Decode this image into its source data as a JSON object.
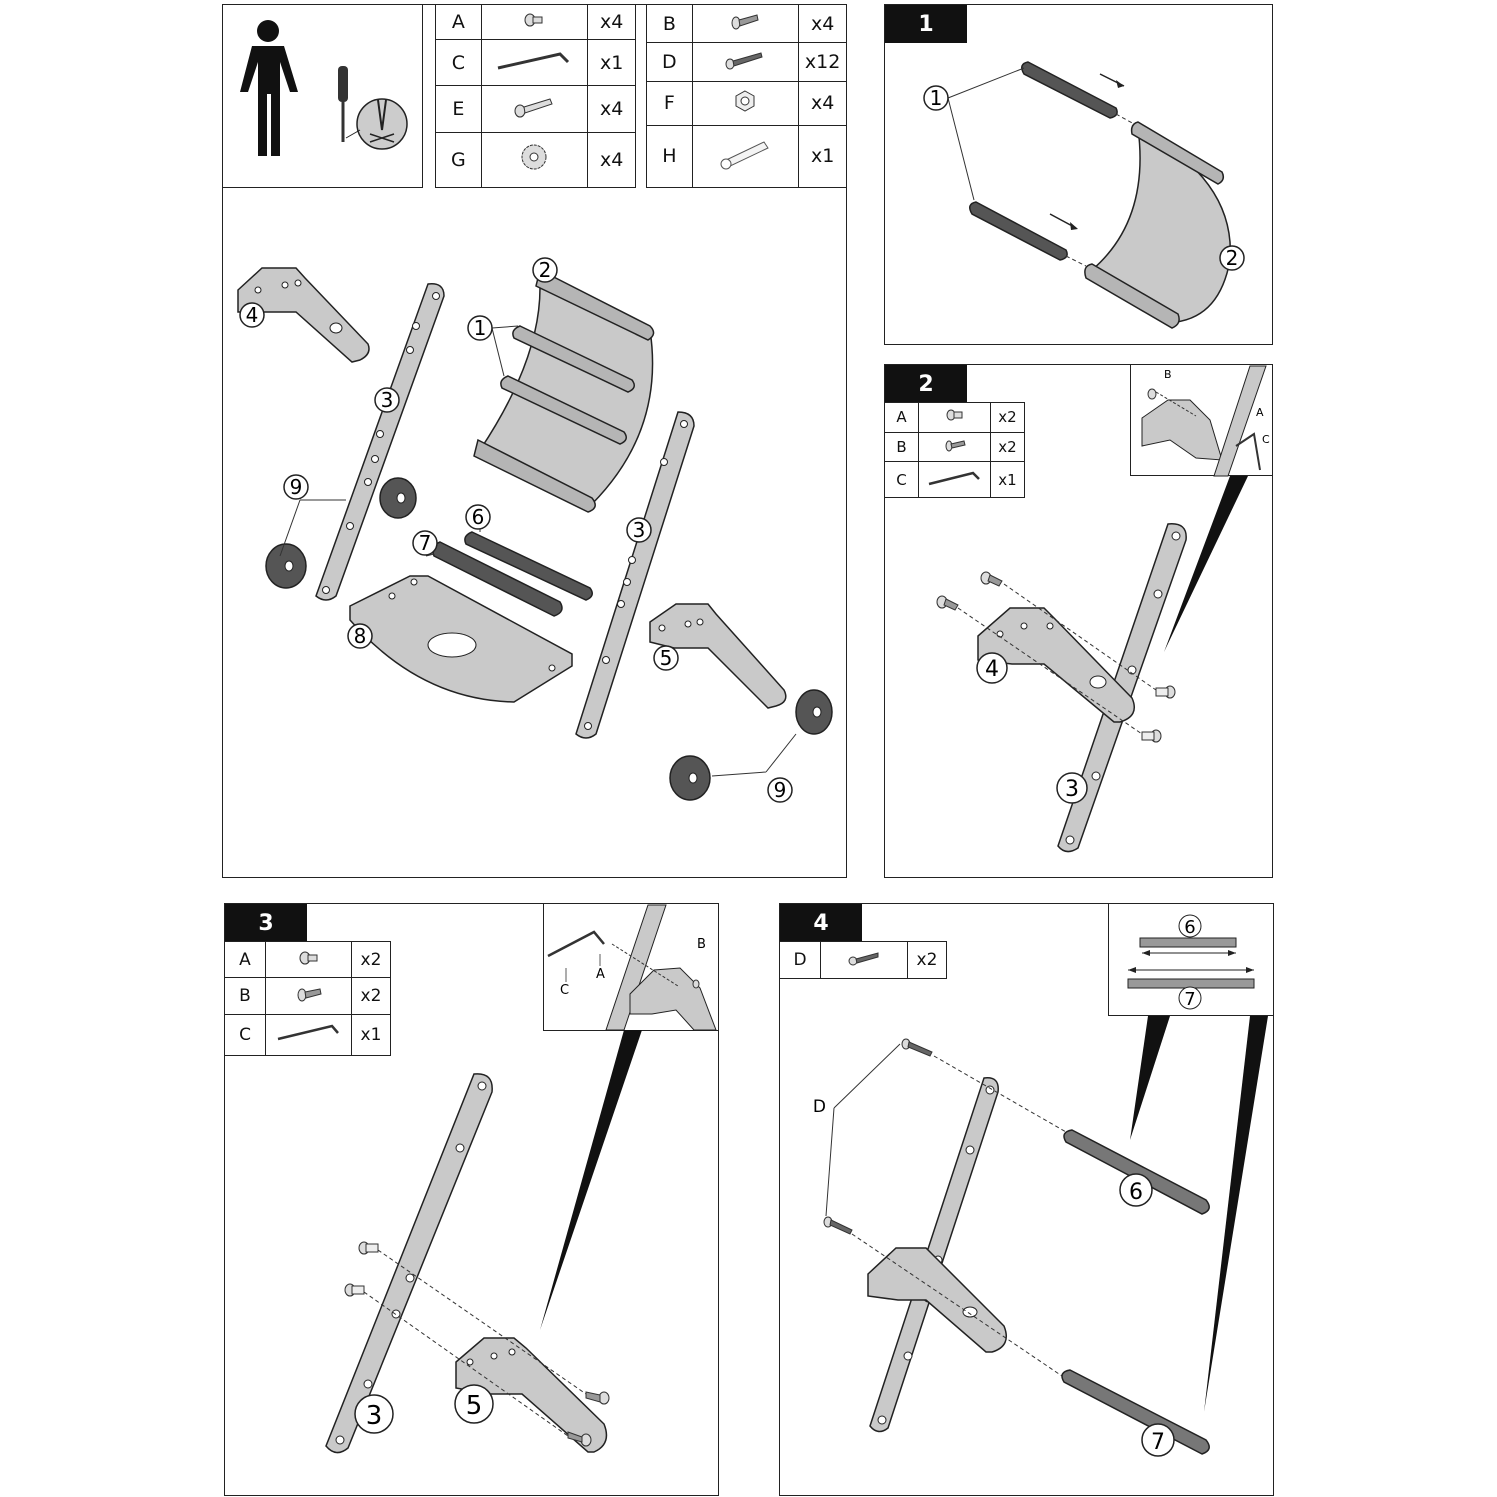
{
  "parts_table": {
    "rows": [
      {
        "a_label": "A",
        "a_icon": "screw-short-icon",
        "a_qty": "x4",
        "b_label": "B",
        "b_icon": "screw-icon",
        "b_qty": "x4"
      },
      {
        "a_label": "C",
        "a_icon": "allen-key-icon",
        "a_qty": "x1",
        "b_label": "D",
        "b_icon": "long-screw-icon",
        "b_qty": "x12"
      },
      {
        "a_label": "E",
        "a_icon": "bolt-icon",
        "a_qty": "x4",
        "b_label": "F",
        "b_icon": "nut-icon",
        "b_qty": "x4"
      },
      {
        "a_label": "G",
        "a_icon": "washer-icon",
        "a_qty": "x4",
        "b_label": "H",
        "b_icon": "wrench-icon",
        "b_qty": "x1"
      }
    ]
  },
  "overview": {
    "callouts": [
      "1",
      "2",
      "3",
      "4",
      "5",
      "6",
      "7",
      "8",
      "9"
    ]
  },
  "step1": {
    "number": "1",
    "callouts": [
      "1",
      "2"
    ]
  },
  "step2": {
    "number": "2",
    "table": [
      {
        "label": "A",
        "qty": "x2"
      },
      {
        "label": "B",
        "qty": "x2"
      },
      {
        "label": "C",
        "qty": "x1"
      }
    ],
    "inset_labels": [
      "B",
      "A",
      "C"
    ],
    "callouts": [
      "4",
      "3"
    ]
  },
  "step3": {
    "number": "3",
    "table": [
      {
        "label": "A",
        "qty": "x2"
      },
      {
        "label": "B",
        "qty": "x2"
      },
      {
        "label": "C",
        "qty": "x1"
      }
    ],
    "inset_labels": [
      "C",
      "A",
      "B"
    ],
    "callouts": [
      "3",
      "5"
    ]
  },
  "step4": {
    "number": "4",
    "table": [
      {
        "label": "D",
        "qty": "x2"
      }
    ],
    "inset_labels": [
      "6",
      "7"
    ],
    "side_label": "D",
    "callouts": [
      "6",
      "7"
    ]
  }
}
